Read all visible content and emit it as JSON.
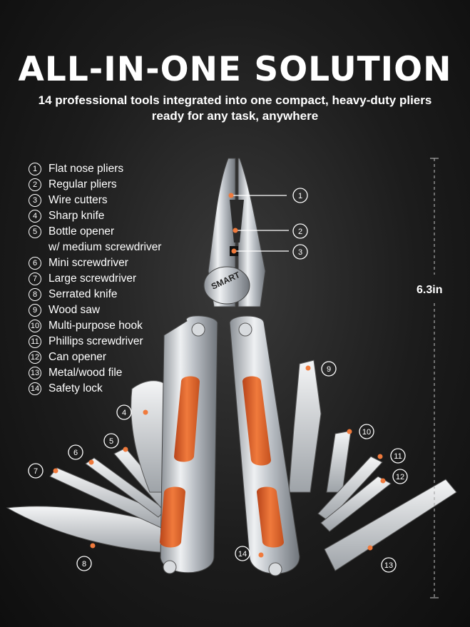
{
  "heading": "ALL-IN-ONE SOLUTION",
  "subtitle_line1": "14 professional tools integrated into one compact, heavy-duty pliers",
  "subtitle_line2": "ready for any task, anywhere",
  "tools": [
    {
      "num": "1",
      "label": "Flat nose pliers"
    },
    {
      "num": "2",
      "label": "Regular pliers"
    },
    {
      "num": "3",
      "label": "Wire cutters"
    },
    {
      "num": "4",
      "label": "Sharp knife"
    },
    {
      "num": "5",
      "label": "Bottle opener"
    },
    {
      "num": "",
      "label": "w/ medium screwdriver"
    },
    {
      "num": "6",
      "label": "Mini screwdriver"
    },
    {
      "num": "7",
      "label": "Large screwdriver"
    },
    {
      "num": "8",
      "label": "Serrated knife"
    },
    {
      "num": "9",
      "label": "Wood saw"
    },
    {
      "num": "10",
      "label": "Multi-purpose hook"
    },
    {
      "num": "11",
      "label": "Phillips screwdriver"
    },
    {
      "num": "12",
      "label": "Can opener"
    },
    {
      "num": "13",
      "label": "Metal/wood file"
    },
    {
      "num": "14",
      "label": "Safety lock"
    }
  ],
  "brand_logo": "SMART",
  "dimension": "6.3in",
  "callouts": [
    "1",
    "2",
    "3",
    "4",
    "5",
    "6",
    "7",
    "8",
    "9",
    "10",
    "11",
    "12",
    "13",
    "14"
  ],
  "colors": {
    "accent": "#e8622a",
    "steel": "#c8ccd0",
    "background": "#1c1c1c"
  }
}
